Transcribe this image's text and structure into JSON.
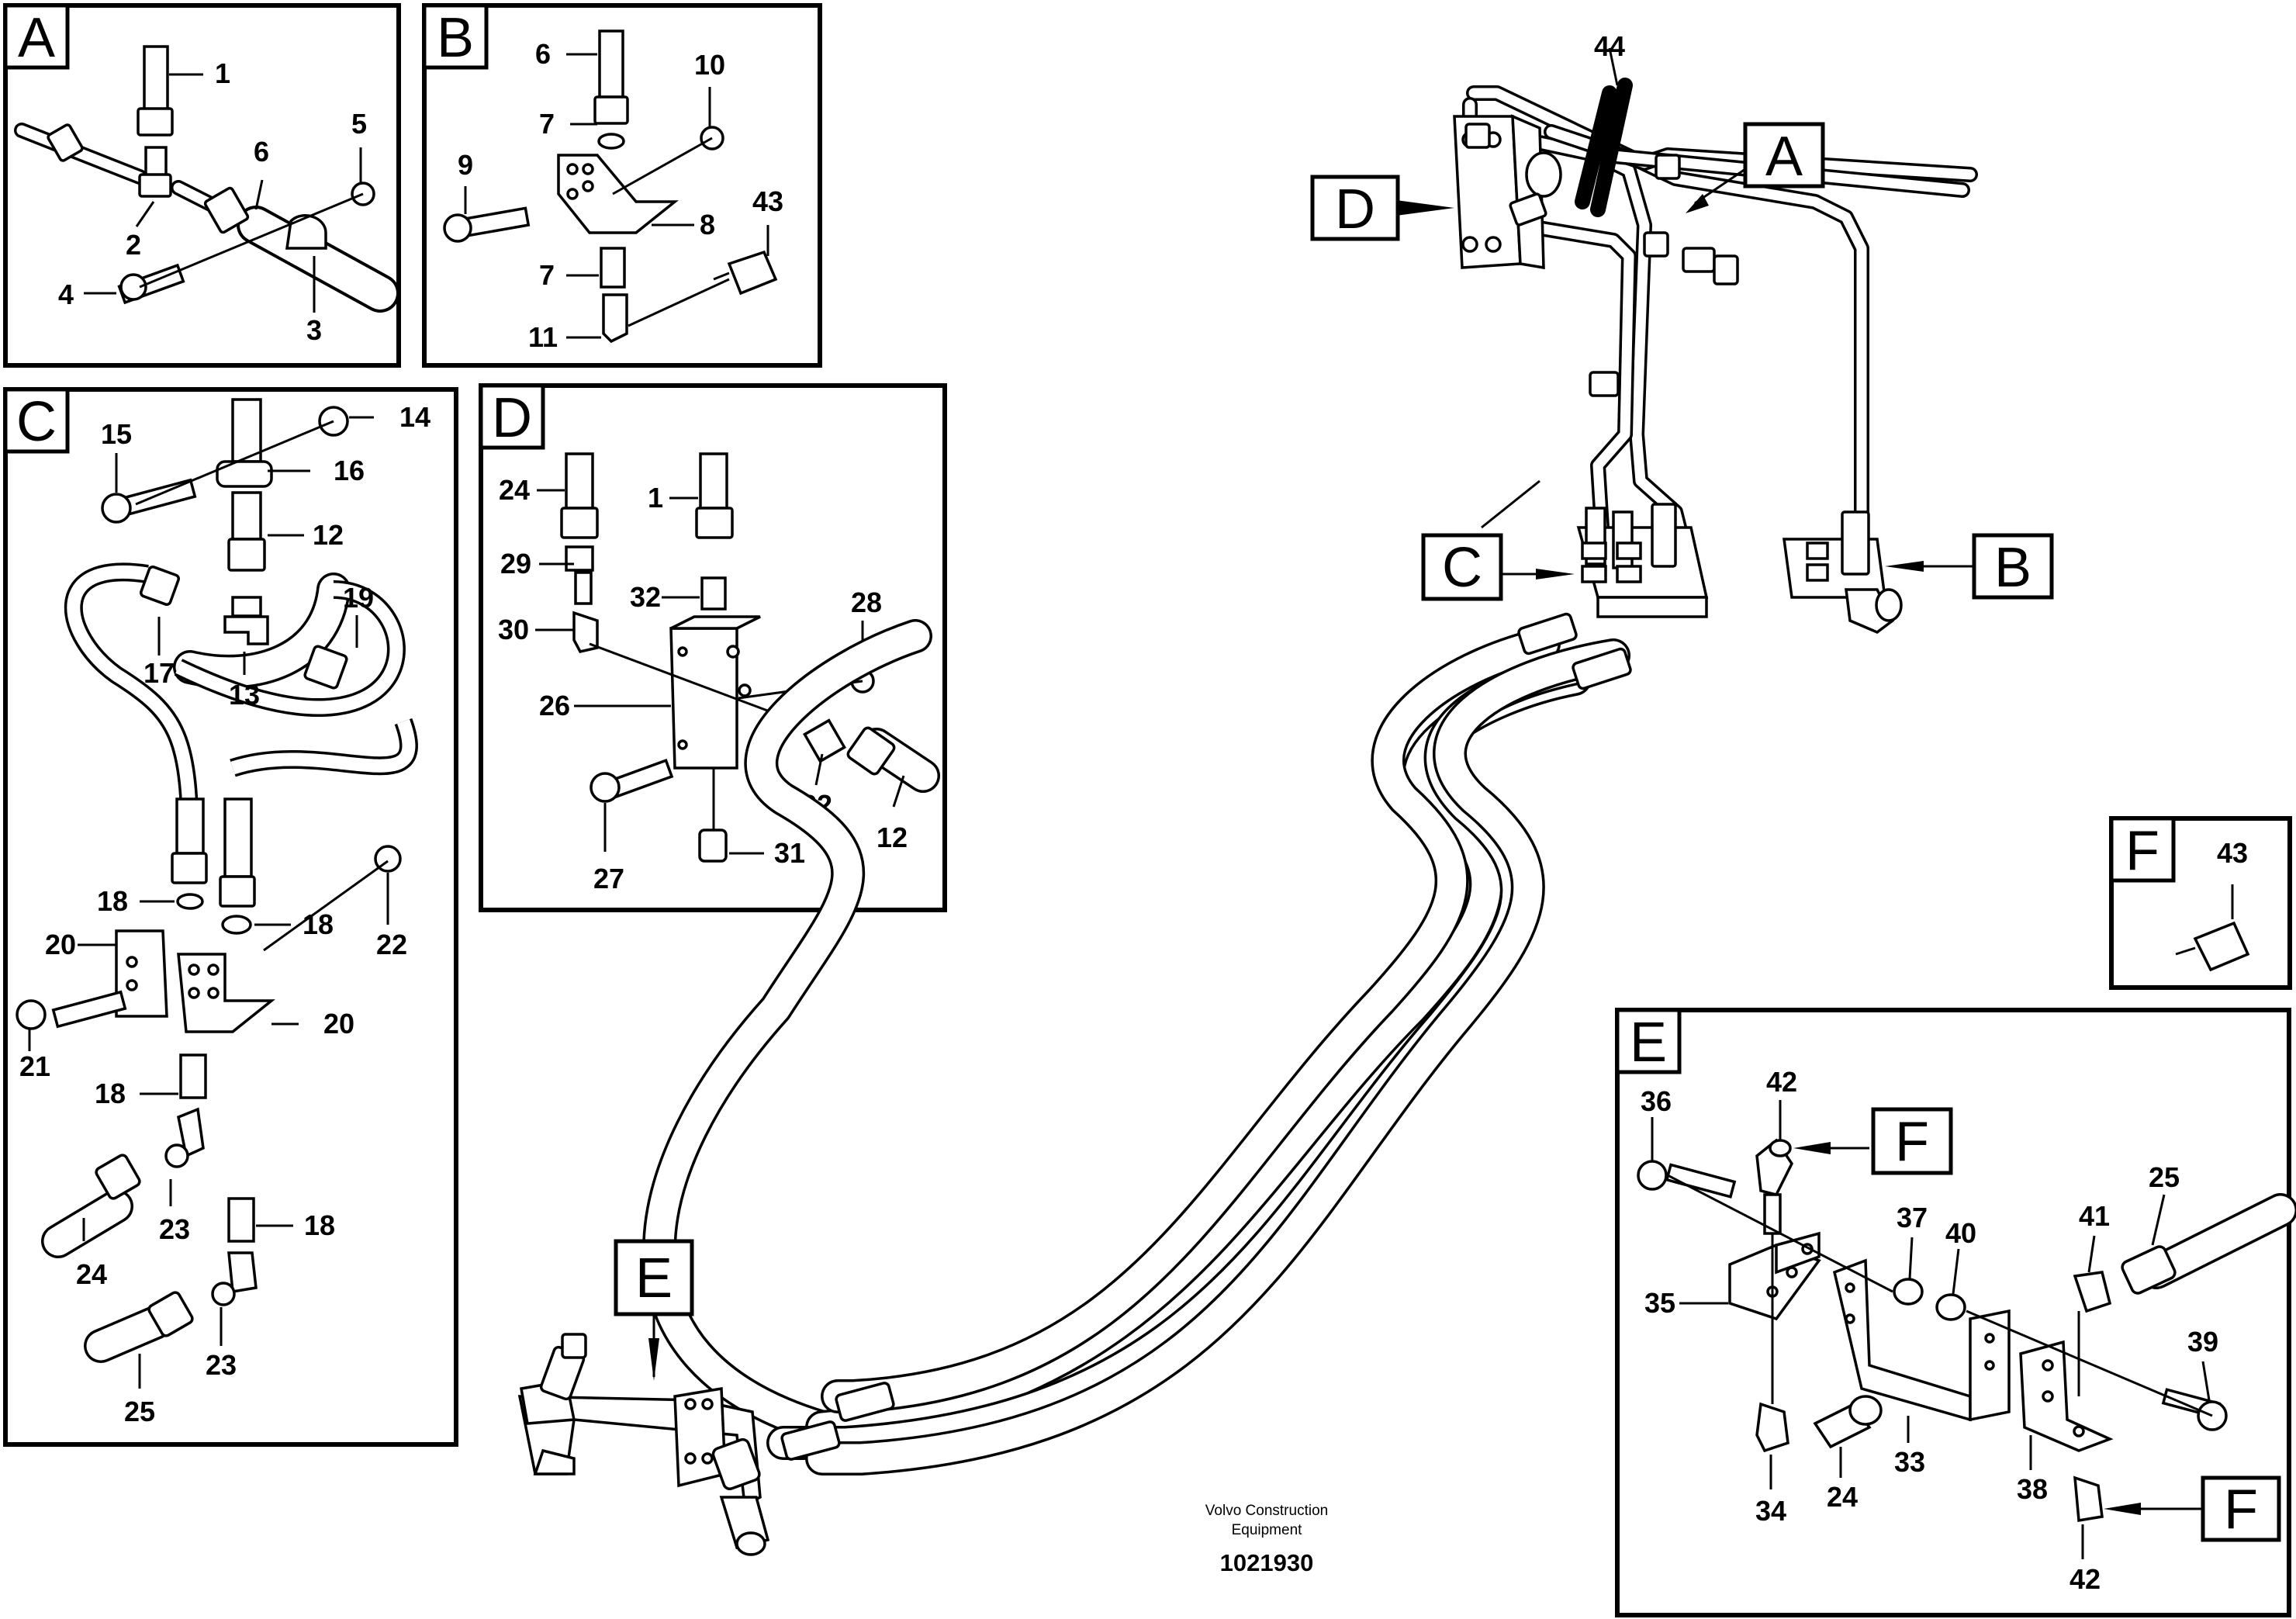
{
  "panels": {
    "A": {
      "letter": "A",
      "labels": [
        "1",
        "2",
        "6",
        "5",
        "4",
        "3"
      ]
    },
    "B": {
      "letter": "B",
      "labels": [
        "6",
        "10",
        "7",
        "9",
        "8",
        "43",
        "7",
        "11"
      ]
    },
    "C": {
      "letter": "C",
      "labels": [
        "14",
        "15",
        "16",
        "12",
        "19",
        "17",
        "13",
        "18",
        "18",
        "22",
        "20",
        "20",
        "21",
        "18",
        "23",
        "24",
        "18",
        "23",
        "25"
      ]
    },
    "D": {
      "letter": "D",
      "labels": [
        "24",
        "1",
        "29",
        "32",
        "28",
        "30",
        "26",
        "32",
        "12",
        "27",
        "31"
      ]
    },
    "E": {
      "letter": "E",
      "labels": [
        "42",
        "36",
        "25",
        "37",
        "40",
        "41",
        "35",
        "39",
        "34",
        "24",
        "33",
        "38",
        "42"
      ]
    },
    "F": {
      "letter": "F",
      "labels": [
        "43"
      ]
    }
  },
  "main_view": {
    "labels": [
      "44"
    ],
    "callouts": {
      "A": "A",
      "B": "B",
      "C": "C",
      "D": "D",
      "E": "E",
      "F1": "F",
      "F2": "F"
    }
  },
  "footer": {
    "line1": "Volvo Construction",
    "line2": "Equipment",
    "doc_number": "1021930"
  }
}
